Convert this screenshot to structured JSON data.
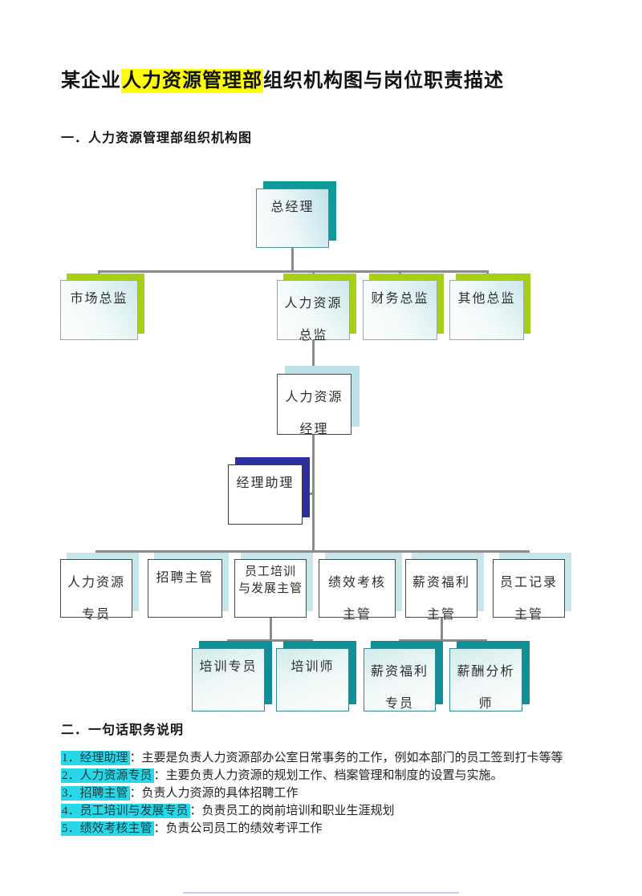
{
  "page": {
    "title": {
      "prefix": "某企业",
      "highlight": "人力资源管理部",
      "suffix": "组织机构图与岗位职责描述"
    },
    "section1_heading": "一．人力资源管理部组织机构图",
    "section2_heading": "二．一句话职务说明"
  },
  "colors": {
    "title_highlight": "#ffff00",
    "list_highlight": "#29d8e8",
    "shadow_teal": "#0d9a98",
    "shadow_lime": "#a6cf15",
    "shadow_pale_cyan": "#bde3e9",
    "shadow_navy": "#2e2f9e",
    "connector_gray": "#8a8b8c"
  },
  "org_chart": {
    "boxes": [
      {
        "id": "general-manager",
        "label": "总经理"
      },
      {
        "id": "marketing-director",
        "label": "市场总监"
      },
      {
        "id": "hr-director",
        "label": "人力资源\n总监"
      },
      {
        "id": "finance-director",
        "label": "财务总监"
      },
      {
        "id": "other-directors",
        "label": "其他总监"
      },
      {
        "id": "hr-manager",
        "label": "人力资源\n经理"
      },
      {
        "id": "manager-assistant",
        "label": "经理助理"
      },
      {
        "id": "hr-specialist",
        "label": "人力资源\n专员"
      },
      {
        "id": "recruitment-supervisor",
        "label": "招聘主管"
      },
      {
        "id": "training-development-supervisor",
        "label": "员工培训\n与发展主管"
      },
      {
        "id": "performance-appraisal-supervisor",
        "label": "绩效考核\n主管"
      },
      {
        "id": "compensation-benefits-supervisor",
        "label": "薪资福利\n主管"
      },
      {
        "id": "employee-records-supervisor",
        "label": "员工记录\n主管"
      },
      {
        "id": "training-specialist",
        "label": "培训专员"
      },
      {
        "id": "trainer",
        "label": "培训师"
      },
      {
        "id": "compensation-benefits-specialist",
        "label": "薪资福利\n专员"
      },
      {
        "id": "compensation-analyst",
        "label": "薪酬分析\n师"
      }
    ],
    "hierarchy": [
      {
        "parent": "general-manager",
        "children": [
          "marketing-director",
          "hr-director",
          "finance-director",
          "other-directors"
        ]
      },
      {
        "parent": "hr-director",
        "children": [
          "hr-manager"
        ]
      },
      {
        "parent": "hr-manager",
        "children": [
          "manager-assistant",
          "hr-specialist",
          "recruitment-supervisor",
          "training-development-supervisor",
          "performance-appraisal-supervisor",
          "compensation-benefits-supervisor",
          "employee-records-supervisor"
        ]
      },
      {
        "parent": "training-development-supervisor",
        "children": [
          "training-specialist",
          "trainer"
        ]
      },
      {
        "parent": "compensation-benefits-supervisor",
        "children": [
          "compensation-benefits-specialist",
          "compensation-analyst"
        ]
      }
    ]
  },
  "duties": {
    "items": [
      {
        "label": "1．经理助理",
        "desc": "：主要是负责人力资源部办公室日常事务的工作，例如本部门的员工签到打卡等等"
      },
      {
        "label": "2．人力资源专员",
        "desc": "：主要负责人力资源的规划工作、档案管理和制度的设置与实施。"
      },
      {
        "label": "3．招聘主管",
        "desc": "：负责人力资源的具体招聘工作"
      },
      {
        "label": "4．员工培训与发展专员",
        "desc": "：负责员工的岗前培训和职业生涯规划"
      },
      {
        "label": "5．绩效考核主管",
        "desc": "：负责公司员工的绩效考评工作"
      }
    ]
  }
}
